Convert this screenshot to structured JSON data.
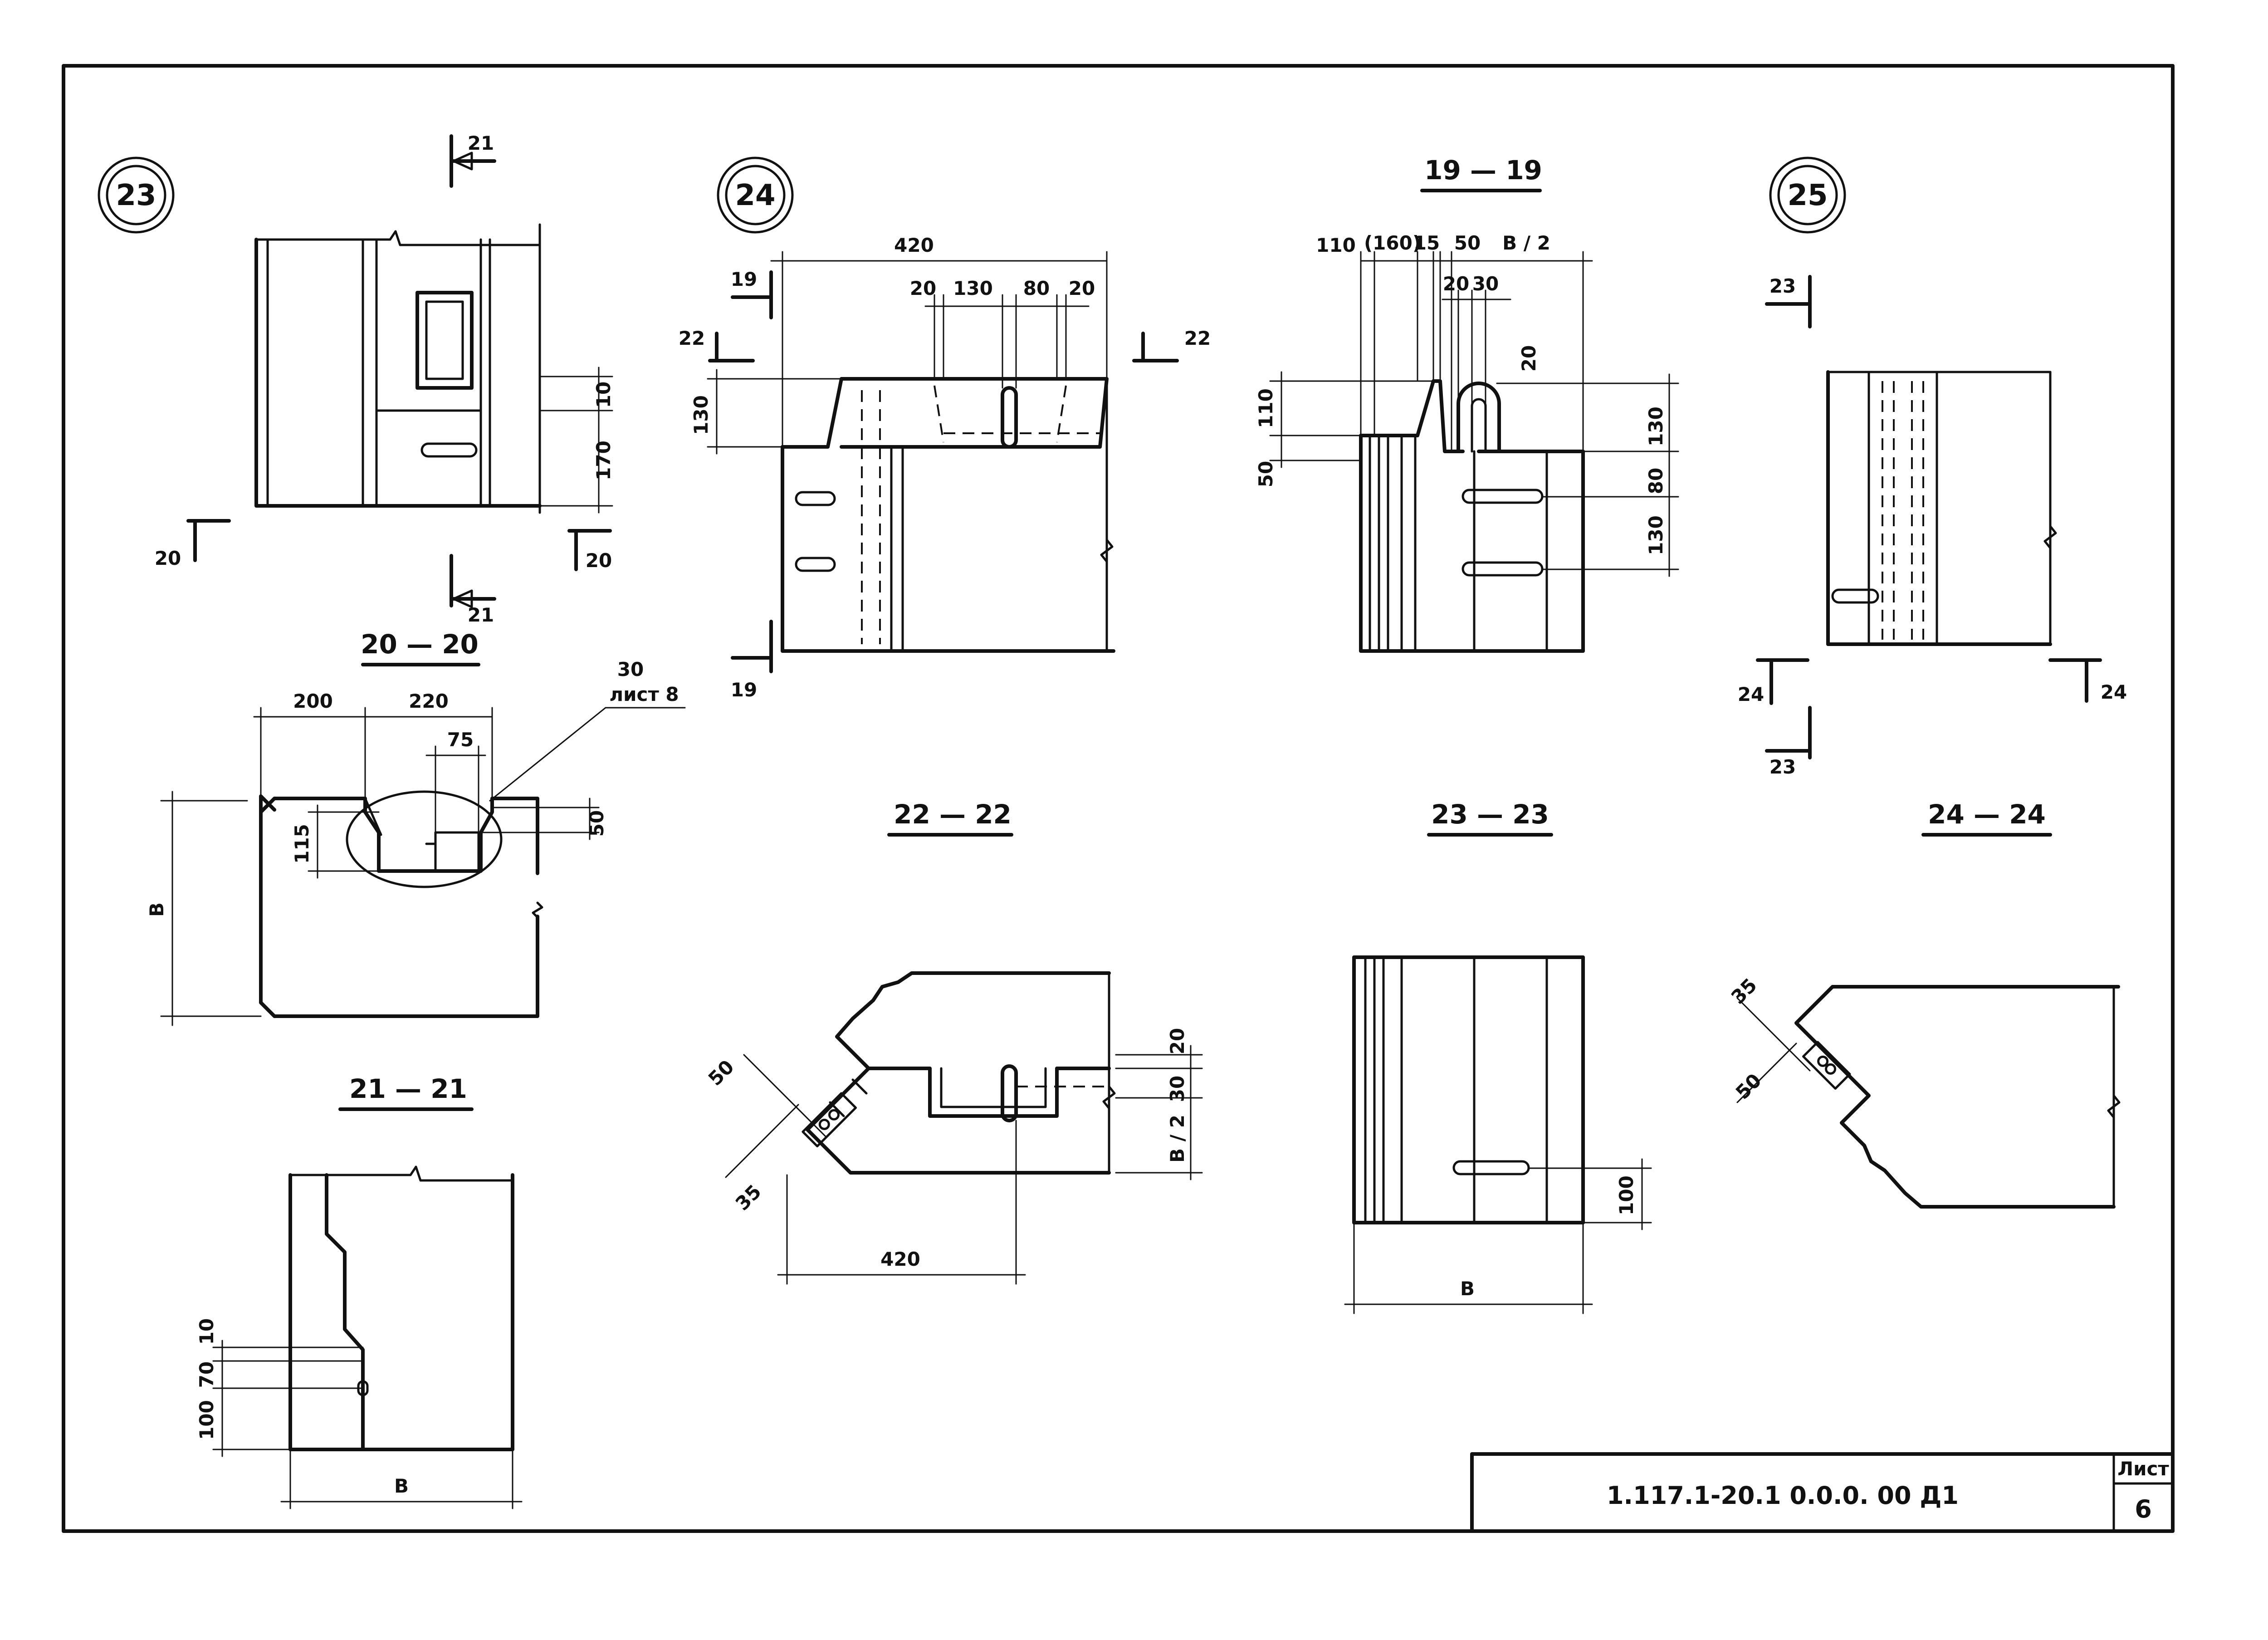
{
  "colors": {
    "ink": "#111111",
    "paper": "#ffffff"
  },
  "nodes": {
    "n23": "23",
    "n24": "24",
    "n25": "25"
  },
  "sections": {
    "s19": "19 — 19",
    "s20": "20 — 20",
    "s21": "21 — 21",
    "s22": "22 — 22",
    "s23": "23 — 23",
    "s24": "24 — 24"
  },
  "cut_marks": {
    "c19": "19",
    "c20": "20",
    "c21": "21",
    "c22": "22",
    "c23": "23",
    "c24": "24"
  },
  "dims": {
    "d10": "10",
    "d170": "170",
    "d200": "200",
    "d220": "220",
    "d75": "75",
    "d30": "30",
    "d115": "115",
    "d50": "50",
    "dB": "B",
    "d420": "420",
    "d20": "20",
    "d130": "130",
    "d80": "80",
    "d110": "110",
    "d160": "(160)",
    "d15": "15",
    "dB2": "B / 2",
    "dB2v": "B / 2",
    "d35": "35",
    "d100": "100",
    "d70": "70"
  },
  "callout": {
    "sheet_ref": "лист 8"
  },
  "title_block": {
    "code": "1.117.1-20.1  0.0.0. 00 Д1",
    "sheet_label": "Лист",
    "sheet_number": "6"
  }
}
